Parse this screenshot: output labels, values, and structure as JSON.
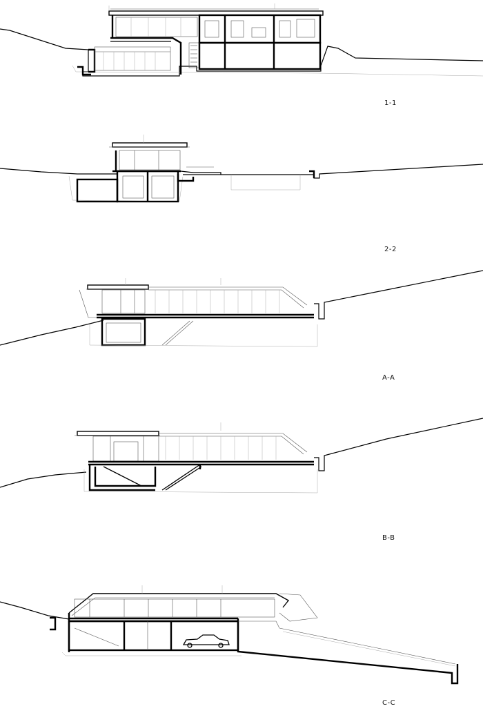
{
  "sections": [
    {
      "id": "section-1-1",
      "label": "1-1"
    },
    {
      "id": "section-2-2",
      "label": "2-2"
    },
    {
      "id": "section-a-a",
      "label": "A-A"
    },
    {
      "id": "section-b-b",
      "label": "B-B"
    },
    {
      "id": "section-c-c",
      "label": "C-C"
    }
  ]
}
